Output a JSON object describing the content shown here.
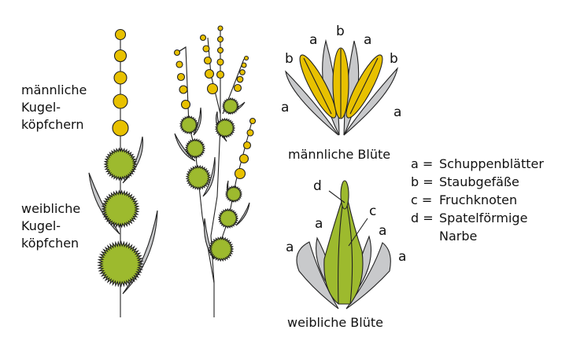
{
  "labels": {
    "male_heads": [
      "männliche",
      "Kugel-",
      "köpfchern"
    ],
    "female_heads": [
      "weibliche",
      "Kugel-",
      "köpfchen"
    ],
    "male_flower": "männliche Blüte",
    "female_flower": "weibliche Blüte"
  },
  "letters": {
    "a": "a",
    "b": "b",
    "c": "c",
    "d": "d"
  },
  "legend": [
    {
      "key": "a =",
      "text": "Schuppenblätter"
    },
    {
      "key": "b =",
      "text": "Staubgefäße"
    },
    {
      "key": "c =",
      "text": "Fruchknoten"
    },
    {
      "key": "d =",
      "text": "Spatelförmige"
    },
    {
      "key": "",
      "text": "Narbe"
    }
  ],
  "colors": {
    "male": "#e8c100",
    "female": "#9dba2e",
    "bract": "#c8c9cb",
    "outline": "#222222"
  }
}
